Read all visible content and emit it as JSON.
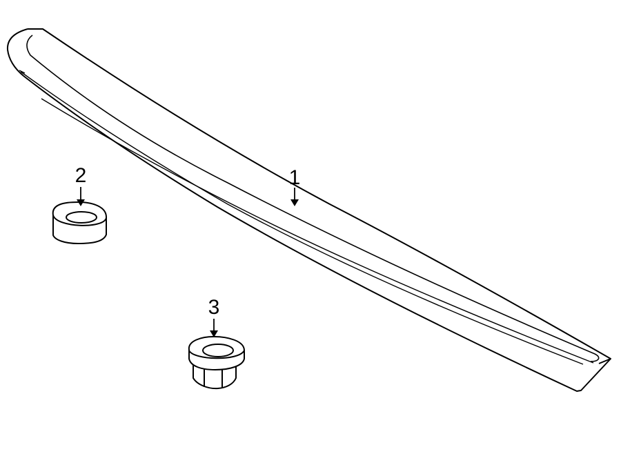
{
  "callouts": {
    "spoiler": "1",
    "bumper": "2",
    "grommet_nut": "3"
  },
  "colors": {
    "line": "#000000",
    "background": "#ffffff"
  }
}
